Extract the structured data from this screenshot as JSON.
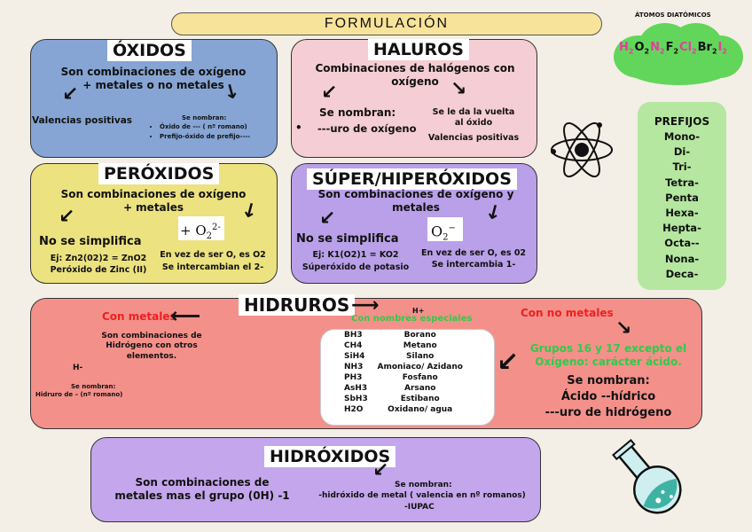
{
  "title": "FORMULACIÓN",
  "atomos": {
    "label": "ÁTOMOS DIATÓMICOS",
    "formulas": [
      {
        "e": "H",
        "s": "2",
        "c": "#e040a0"
      },
      {
        "e": "O",
        "s": "2",
        "c": "#111111"
      },
      {
        "e": "N",
        "s": "2",
        "c": "#e040a0"
      },
      {
        "e": "F",
        "s": "2",
        "c": "#111111"
      },
      {
        "e": "Cl",
        "s": "2",
        "c": "#e040a0"
      },
      {
        "e": "Br",
        "s": "2",
        "c": "#111111"
      },
      {
        "e": "I",
        "s": "2",
        "c": "#e040a0"
      }
    ]
  },
  "prefijos": {
    "title": "PREFIJOS",
    "items": [
      "Mono-",
      "Di-",
      "Tri-",
      "Tetra-",
      "Penta",
      "Hexa-",
      "Hepta-",
      "Octa--",
      "Nona-",
      "Deca-"
    ]
  },
  "oxidos": {
    "title": "ÓXIDOS",
    "desc": "Son combinaciones de oxígeno + metales o no metales",
    "left": "Valencias positivas",
    "naming_label": "Se nombran:",
    "naming": [
      "Óxido de --- ( nº romano)",
      "Prefijo-óxido de prefijo----"
    ]
  },
  "haluros": {
    "title": "HALUROS",
    "desc": "Combinaciones de halógenos con oxígeno",
    "naming_label": "Se nombran:",
    "naming": [
      "---uro de oxígeno"
    ],
    "right": "Se le da la vuelta al óxido",
    "right2": "Valencias positivas"
  },
  "peroxidos": {
    "title": "PERÓXIDOS",
    "desc": "Son combinaciones de oxígeno + metales",
    "no_simplifica": "No se simplifica",
    "ej": "Ej: Zn2(02)2 = ZnO2",
    "ej2": "Peróxido de Zinc (II)",
    "ion": "+ O",
    "ion_sub": "2",
    "ion_sup": "2-",
    "right": "En vez de ser O, es O2",
    "right2": "Se intercambian el 2-"
  },
  "super": {
    "title": "SÚPER/HIPERÓXIDOS",
    "desc": "Son combinaciones de oxígeno y metales",
    "no_simplifica": "No se simplifica",
    "ej": "Ej: K1(O2)1 = KO2",
    "ej2": "Súperóxido de potasio",
    "ion": "O",
    "ion_sub": "2",
    "ion_sup": "−",
    "right": "En vez de ser O, es 02",
    "right2": "Se intercambia 1-"
  },
  "hidruros": {
    "title": "HIDRUROS",
    "con_metales": "Con metales",
    "metal_desc": "Son combinaciones de Hidrógeno con otros elementos.",
    "h_minus": "H-",
    "metal_naming_label": "Se nombran:",
    "metal_naming": "Hidruro de –  (nº romano)",
    "h_plus": "H+",
    "especiales_label": "Con nombres especiales",
    "especiales": [
      [
        "BH3",
        "Borano"
      ],
      [
        "CH4",
        "Metano"
      ],
      [
        "SiH4",
        "Silano"
      ],
      [
        "NH3",
        "Amoniaco/ Azidano"
      ],
      [
        "PH3",
        "Fosfano"
      ],
      [
        "AsH3",
        "Arsano"
      ],
      [
        "SbH3",
        "Estibano"
      ],
      [
        "H2O",
        "Oxidano/ agua"
      ]
    ],
    "con_no_metales": "Con no metales",
    "grupos": "Grupos 16 y 17 excepto el Oxígeno: carácter ácido.",
    "nm_naming_label": "Se nombran:",
    "nm_naming1": "Ácido --hídrico",
    "nm_naming2": "---uro de hidrógeno"
  },
  "hidroxidos": {
    "title": "HIDRÓXIDOS",
    "desc": "Son combinaciones de metales mas el grupo (0H) -1",
    "naming_label": "Se nombran:",
    "naming1": "-hidróxido de metal ( valencia en nº romanos)",
    "naming2": "-IUPAC"
  },
  "colors": {
    "oxidos": "#86a5d4",
    "haluros": "#f5cdd4",
    "peroxidos": "#ece27f",
    "super": "#b9a0e8",
    "hidruros": "#f3908a",
    "hidroxidos": "#c4a6ec",
    "red_text": "#ee2020",
    "green_text": "#33c94a",
    "cloud": "#62d65a"
  }
}
